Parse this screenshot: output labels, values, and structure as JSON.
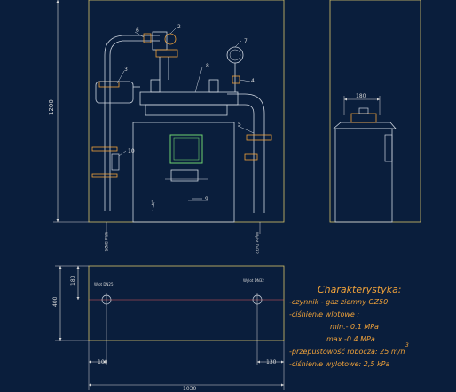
{
  "drawing": {
    "front_view": {
      "height_dim": "1200",
      "callouts": [
        "1",
        "2",
        "3",
        "4",
        "5",
        "6",
        "7",
        "8",
        "9",
        "10"
      ],
      "inlet_label": "Wlot DN25",
      "outlet_label": "Wylot DN32",
      "inlet_vertical_label": "Wlot DN25",
      "outlet_vertical_label": "Wylot DN32"
    },
    "side_view": {
      "width_dim": "180"
    },
    "plan_view": {
      "dim_depth": "400",
      "dim_offset": "180",
      "dim_left": "100",
      "dim_right": "130",
      "dim_width": "1030",
      "inlet_label": "Wlot DN25",
      "outlet_label": "Wylot DN32"
    },
    "characteristics": {
      "title": "Charakterystyka:",
      "lines": [
        "-czynnik - gaz ziemny GZ50",
        "-ciśnienie wlotowe :",
        "min.- 0.1 MPa",
        "max.-0.4 MPa",
        "-przepustowość robocza:   25 m/h",
        "-ciśnienie wylotowe: 2,5 kPa"
      ],
      "superscript": "3"
    }
  }
}
